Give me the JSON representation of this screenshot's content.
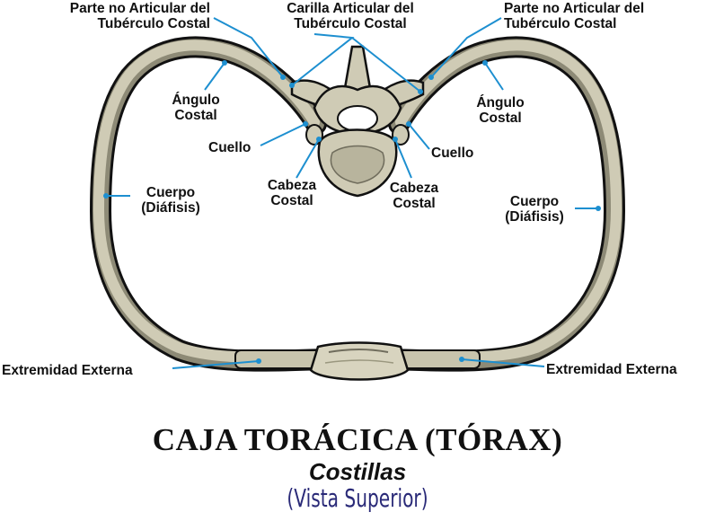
{
  "labels": {
    "non_articular_left": [
      "Parte no  Articular del",
      "Tubérculo Costal"
    ],
    "articular_facet": [
      "Carilla Articular del",
      "Tubérculo Costal"
    ],
    "non_articular_right": [
      "Parte no  Articular del",
      "Tubérculo Costal"
    ],
    "angle_left": [
      "Ángulo",
      "Costal"
    ],
    "angle_right": [
      "Ángulo",
      "Costal"
    ],
    "neck_left": "Cuello",
    "neck_right": "Cuello",
    "head_left": [
      "Cabeza",
      "Costal"
    ],
    "head_right": [
      "Cabeza",
      "Costal"
    ],
    "body_left": [
      "Cuerpo",
      "(Diáfisis)"
    ],
    "body_right": [
      "Cuerpo",
      "(Diáfisis)"
    ],
    "end_left": "Extremidad Externa",
    "end_right": "Extremidad Externa"
  },
  "title": {
    "main": "CAJA TORÁCICA (TÓRAX)",
    "subtitle": "Costillas",
    "view": "(Vista Superior)"
  },
  "colors": {
    "bone": "#cfcbb5",
    "bone_shadow": "#8d8a76",
    "outline": "#111111",
    "leader": "#1d8fd0",
    "view_text": "#2a2a78"
  }
}
